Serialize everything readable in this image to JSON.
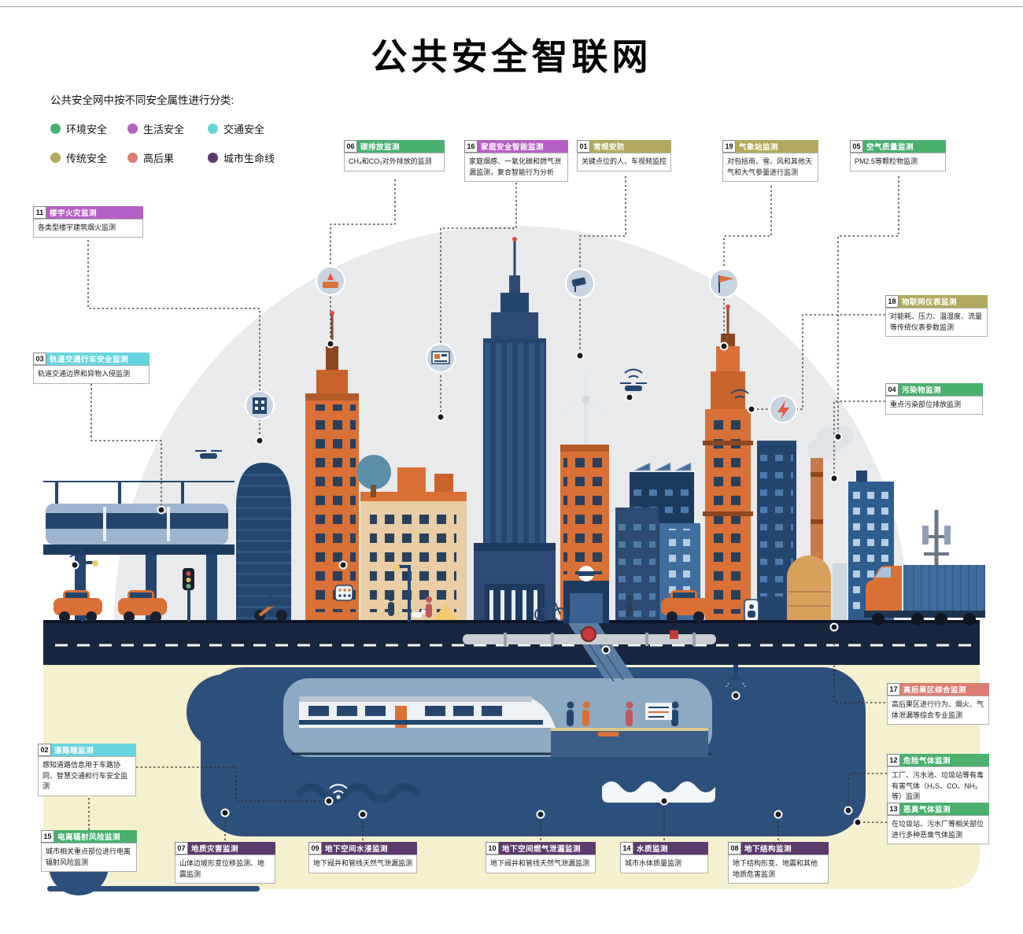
{
  "title": "公共安全智联网",
  "legend": {
    "intro": "公共安全网中按不同安全属性进行分类:",
    "items": [
      {
        "label": "环境安全",
        "color": "#49b06e"
      },
      {
        "label": "生活安全",
        "color": "#b55fc4"
      },
      {
        "label": "交通安全",
        "color": "#66d4de"
      },
      {
        "label": "传统安全",
        "color": "#b2a95e"
      },
      {
        "label": "高后果",
        "color": "#dd7d71"
      },
      {
        "label": "城市生命线",
        "color": "#5d3a6e"
      }
    ]
  },
  "callouts": [
    {
      "num": "01",
      "title": "常规安防",
      "category": "传统安全",
      "color": "#b2a95e",
      "body": "关键点位的人、车视频监控"
    },
    {
      "num": "02",
      "title": "道路端监测",
      "category": "交通安全",
      "color": "#66d4de",
      "body": "感知道路信息用于车路协同、智慧交通和行车安全监测"
    },
    {
      "num": "03",
      "title": "轨道交通行车安全监测",
      "category": "交通安全",
      "color": "#66d4de",
      "body": "轨道交通边界和异物入侵监测"
    },
    {
      "num": "04",
      "title": "污染物监测",
      "category": "环境安全",
      "color": "#49b06e",
      "body": "重点污染部位排放监测"
    },
    {
      "num": "05",
      "title": "空气质量监测",
      "category": "环境安全",
      "color": "#49b06e",
      "body": "PM2.5等颗粒物监测"
    },
    {
      "num": "06",
      "title": "碳排放监测",
      "category": "环境安全",
      "color": "#49b06e",
      "body": "CH₄和CO₂对外排放的监测"
    },
    {
      "num": "07",
      "title": "地质灾害监测",
      "category": "城市生命线",
      "color": "#5d3a6e",
      "body": "山体边坡形变位移监测、地震监测"
    },
    {
      "num": "08",
      "title": "地下结构监测",
      "category": "城市生命线",
      "color": "#5d3a6e",
      "body": "地下结构形变、地震和其他地质危害监测"
    },
    {
      "num": "09",
      "title": "地下空间水浸监测",
      "category": "城市生命线",
      "color": "#5d3a6e",
      "body": "地下阀井和管线天然气泄漏监测"
    },
    {
      "num": "10",
      "title": "地下空间燃气泄漏监测",
      "category": "城市生命线",
      "color": "#5d3a6e",
      "body": "地下阀井和管线天然气泄漏监测"
    },
    {
      "num": "11",
      "title": "楼宇火灾监测",
      "category": "生活安全",
      "color": "#b55fc4",
      "body": "各类型楼宇建筑烟火监测"
    },
    {
      "num": "12",
      "title": "危险气体监测",
      "category": "环境安全",
      "color": "#49b06e",
      "body": "工厂、污水池、垃圾站等有毒有害气体（H₂S、CO、NH₃等）监测"
    },
    {
      "num": "13",
      "title": "恶臭气体监测",
      "category": "环境安全",
      "color": "#49b06e",
      "body": "在垃圾站、污水厂等相关部位进行多种恶臭气体监测"
    },
    {
      "num": "14",
      "title": "水质监测",
      "category": "城市生命线",
      "color": "#5d3a6e",
      "body": "城市水体质量监测"
    },
    {
      "num": "15",
      "title": "电离辐射风险监测",
      "category": "环境安全",
      "color": "#49b06e",
      "body": "城市相关重点部位进行电离辐射风险监测"
    },
    {
      "num": "16",
      "title": "家庭安全智能监测",
      "category": "生活安全",
      "color": "#b55fc4",
      "body": "家庭烟感、一氧化碳和燃气泄漏监测，复合智能行为分析"
    },
    {
      "num": "17",
      "title": "高后果区综合监测",
      "category": "高后果",
      "color": "#dd7d71",
      "body": "高后果区进行行为、烟火、气体泄漏等综合专业监测"
    },
    {
      "num": "18",
      "title": "物联网仪表监测",
      "category": "传统安全",
      "color": "#b2a95e",
      "body": "对能耗、压力、温湿度、流量等传统仪表参数监测"
    },
    {
      "num": "19",
      "title": "气象站监测",
      "category": "传统安全",
      "color": "#b2a95e",
      "body": "对包括雨、雪、风和其他天气和大气参量进行监测"
    }
  ],
  "palette": {
    "dome": "#e9eaec",
    "road": "#17263f",
    "underground_soil": "#f5f0cd",
    "underground_network": "#2d4f7c",
    "building_navy": "#24466e",
    "building_orange": "#d97036"
  }
}
